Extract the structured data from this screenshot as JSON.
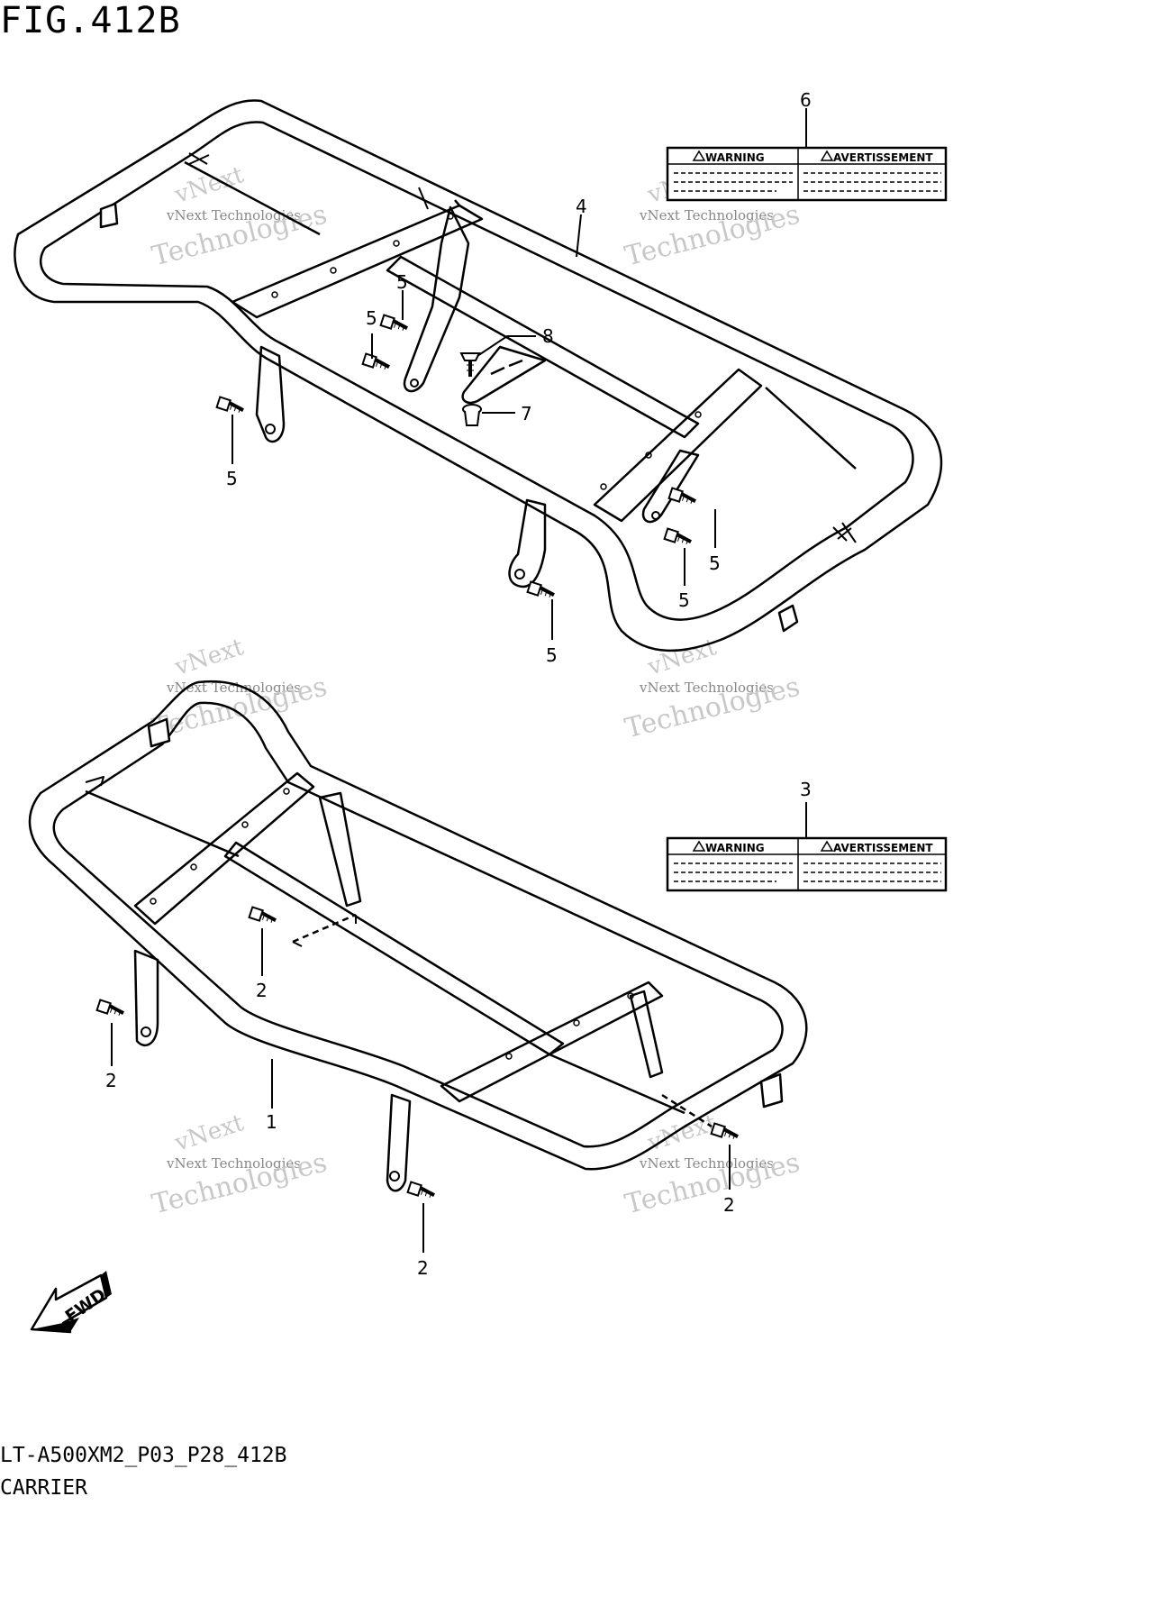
{
  "figure": {
    "title": "FIG.412B",
    "code": "LT-A500XM2_P03_P28_412B",
    "name": "CARRIER"
  },
  "callouts": {
    "c1": "1",
    "c2a": "2",
    "c2b": "2",
    "c2c": "2",
    "c2d": "2",
    "c3": "3",
    "c4": "4",
    "c5a": "5",
    "c5b": "5",
    "c5c": "5",
    "c5d": "5",
    "c5e": "5",
    "c5f": "5",
    "c6": "6",
    "c7": "7",
    "c8": "8"
  },
  "warning_labels": {
    "left": "WARNING",
    "right": "AVERTISSEMENT"
  },
  "fwd": "FWD",
  "watermark": {
    "line1": "vNext Technologies",
    "line2": "vNext",
    "line3": "Technologies"
  }
}
